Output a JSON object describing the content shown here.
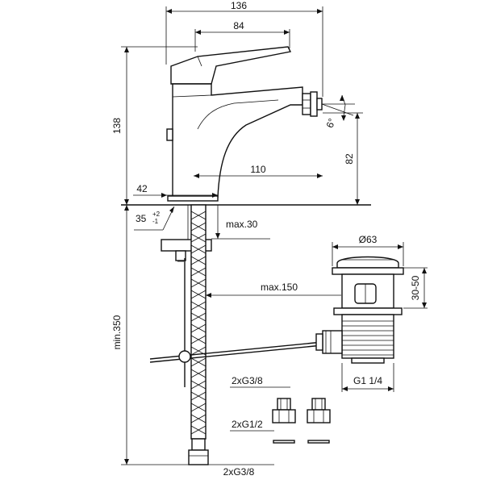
{
  "dimensions": {
    "overall_width": "136",
    "handle_width": "84",
    "overall_height": "138",
    "spout_height": "82",
    "spout_reach": "110",
    "base_offset": "42",
    "hole_dia_main": "35",
    "hole_tol_plus": "+2",
    "hole_tol_minus": "-1",
    "max_30": "max.30",
    "max_150": "max.150",
    "min_350": "min.350",
    "angle": "6°",
    "waste_dia": "Ø63",
    "waste_range": "30-50",
    "waste_thread": "G1 1/4",
    "g38_top": "2xG3/8",
    "g12": "2xG1/2",
    "g38_bottom": "2xG3/8"
  }
}
